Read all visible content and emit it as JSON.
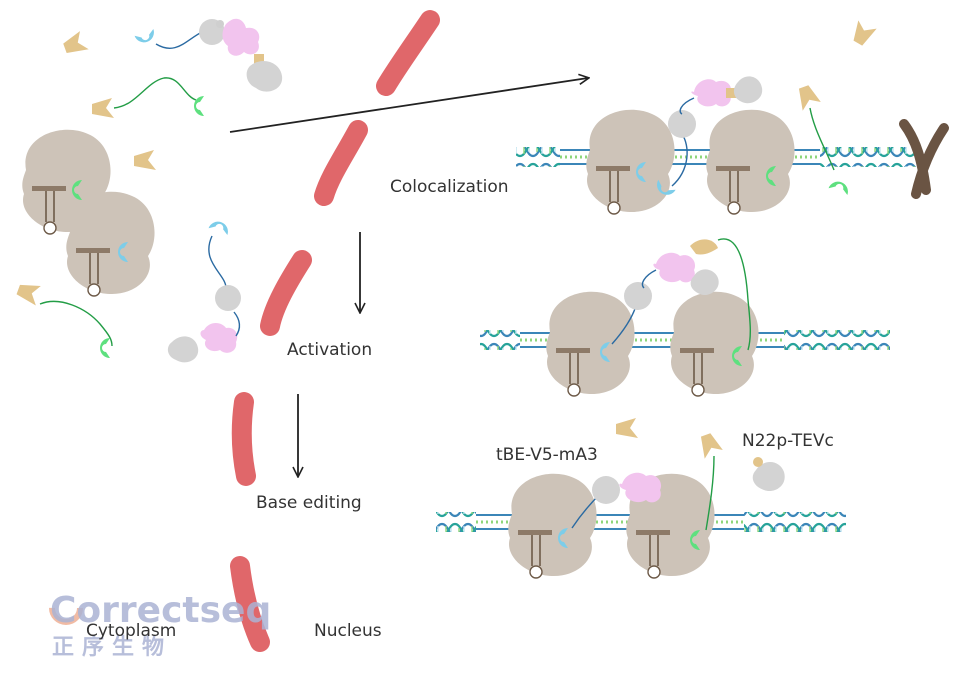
{
  "labels": {
    "colocalization": "Colocalization",
    "activation": "Activation",
    "base_editing": "Base editing",
    "tbe": "tBE-V5-mA3",
    "n22p": "N22p-TEVc",
    "cytoplasm": "Cytoplasm",
    "nucleus": "Nucleus"
  },
  "watermark": {
    "latin": "Correctseq",
    "cjk": "正序生物"
  },
  "colors": {
    "cas9": "#cdc3b8",
    "chromosome": "#e0676a",
    "pink": "#f2c4ee",
    "grey": "#d3d3d3",
    "tan": "#e2c48a",
    "cyan": "#7dcde9",
    "green": "#5ee07f",
    "dna_blue": "#3b86b8",
    "dna_teal": "#27a39a",
    "dna_green": "#8ed67a",
    "dark_brown": "#6a5443",
    "logo": "#aab3d3"
  }
}
